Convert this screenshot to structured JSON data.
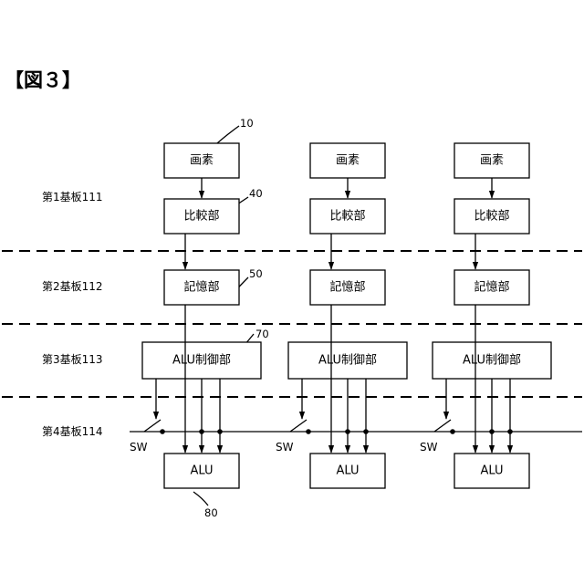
{
  "figure_label": "【図３】",
  "substrates": [
    "第1基板111",
    "第2基板112",
    "第3基板113",
    "第4基板114"
  ],
  "blocks": {
    "pixel": "画素",
    "comparator": "比較部",
    "memory": "記憶部",
    "alu_control": "ALU制御部",
    "alu": "ALU"
  },
  "switch_label": "SW",
  "refs": {
    "pixel": "10",
    "comparator": "40",
    "memory": "50",
    "alu_control": "70",
    "alu": "80"
  },
  "columns": 3
}
